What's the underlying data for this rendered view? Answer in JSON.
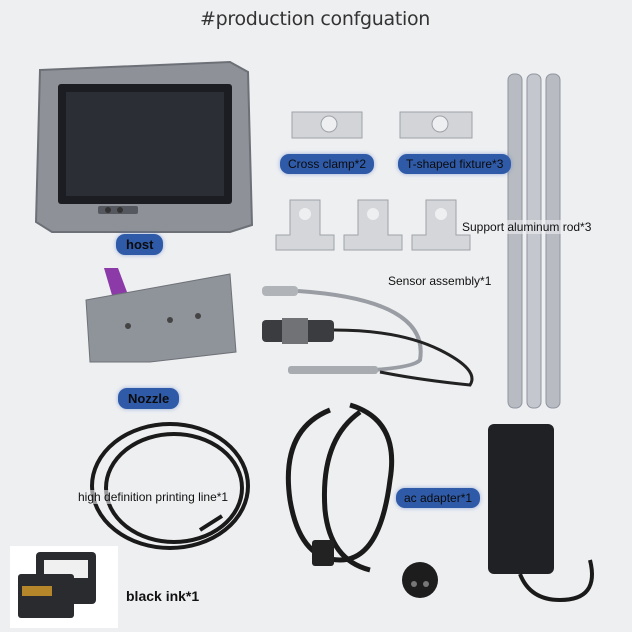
{
  "title": "#production confguation",
  "labels": {
    "host": "host",
    "cross_clamp": "Cross clamp*2",
    "t_fixture": "T-shaped fixture*3",
    "support_rod": "Support aluminum rod*3",
    "sensor": "Sensor assembly*1",
    "nozzle": "Nozzle",
    "printing_line": "high definition printing line*1",
    "ac_adapter": "ac adapter*1",
    "black_ink": "black ink*1"
  },
  "colors": {
    "background": "#eeeff1",
    "label_bg": "#2f5aa8",
    "metal": "#b8bcc2",
    "cable": "#1a1a1a"
  }
}
